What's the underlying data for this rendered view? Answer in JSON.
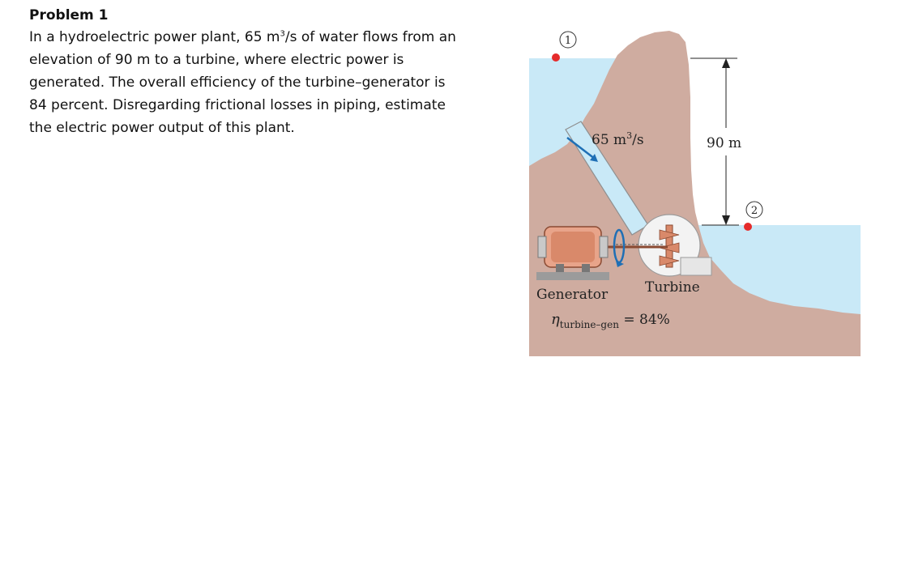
{
  "problem": {
    "title": "Problem 1",
    "lines": [
      {
        "before": "In a hydroelectric power plant, 65 m",
        "sup": "3",
        "after": "/s of water flows from an"
      },
      {
        "before": "elevation of 90 m to a turbine, where electric power is",
        "sup": "",
        "after": ""
      },
      {
        "before": "generated. The overall efficiency of the turbine–generator is",
        "sup": "",
        "after": ""
      },
      {
        "before": "84 percent. Disregarding frictional losses in piping, estimate",
        "sup": "",
        "after": ""
      },
      {
        "before": "the electric power output of this plant.",
        "sup": "",
        "after": ""
      }
    ]
  },
  "figure": {
    "point1_label": "1",
    "point2_label": "2",
    "flow_rate": {
      "value": "65 m",
      "sup": "3",
      "unit": "/s"
    },
    "height_label": "90 m",
    "generator_label": "Generator",
    "turbine_label": "Turbine",
    "efficiency": {
      "symbol": "η",
      "subscript": "turbine–gen",
      "value": " = 84%"
    },
    "colors": {
      "water": "#c9e9f7",
      "rock": "#cfaca0",
      "point": "#e52b2b",
      "arrow": "#1f6fb5",
      "generator": "#d9896a"
    }
  }
}
